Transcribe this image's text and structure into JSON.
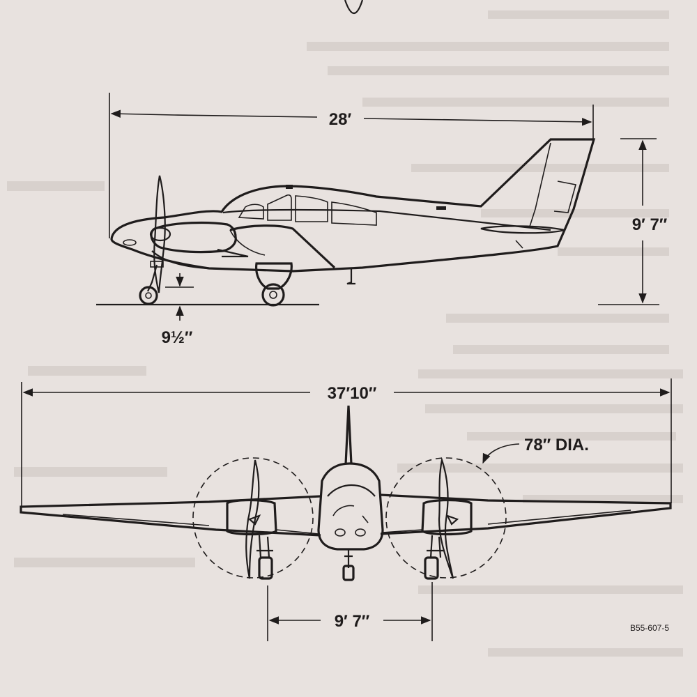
{
  "dimensions": {
    "length": "28′",
    "height": "9′ 7″",
    "ground_clearance": "9½″",
    "wingspan": "37′10″",
    "prop_diameter": "78″ DIA.",
    "wheel_track": "9′ 7″"
  },
  "drawing_number": "B55-607-5",
  "colors": {
    "paper": "#e8e2df",
    "ink": "#1f1c1c"
  }
}
